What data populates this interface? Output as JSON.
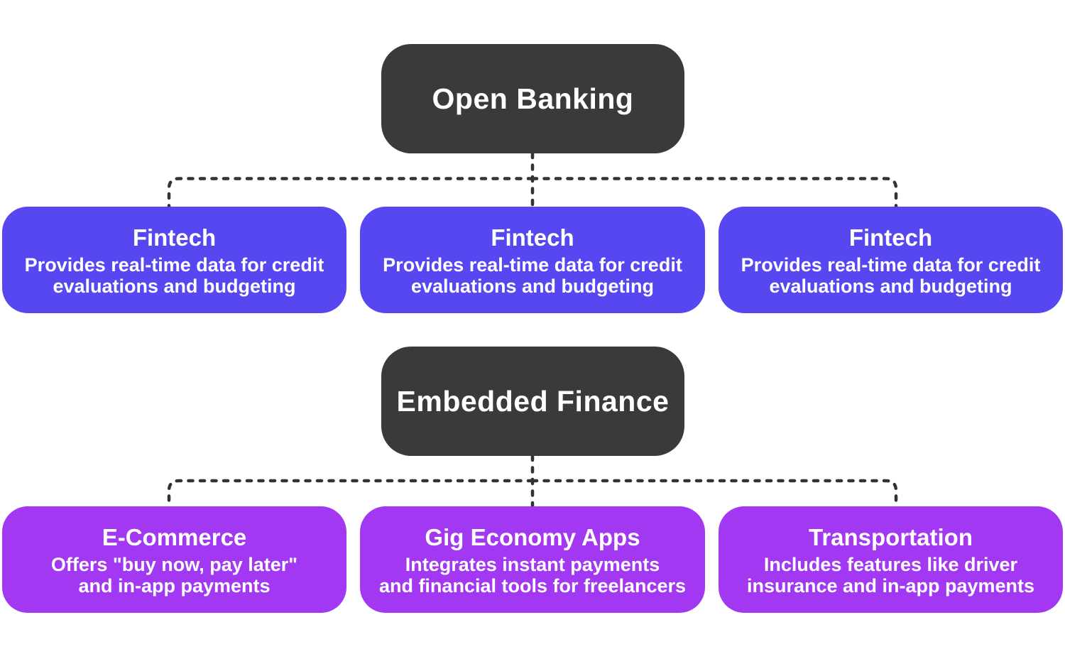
{
  "page": {
    "background": "#FFFFFF"
  },
  "connectors": {
    "color": "#333333",
    "style": "dashed"
  },
  "sections": [
    {
      "parent": {
        "label": "Open Banking",
        "bg": "#3A3A3A",
        "text_color": "#FFFFFF"
      },
      "children": [
        {
          "title": "Fintech",
          "description": "Provides real-time data for credit\nevaluations and budgeting",
          "bg": "#5747F0",
          "text_color": "#FFFFFF"
        },
        {
          "title": "Fintech",
          "description": "Provides real-time data for credit\nevaluations and budgeting",
          "bg": "#5747F0",
          "text_color": "#FFFFFF"
        },
        {
          "title": "Fintech",
          "description": "Provides real-time data for credit\nevaluations and budgeting",
          "bg": "#5747F0",
          "text_color": "#FFFFFF"
        }
      ]
    },
    {
      "parent": {
        "label": "Embedded Finance",
        "bg": "#3A3A3A",
        "text_color": "#FFFFFF"
      },
      "children": [
        {
          "title": "E-Commerce",
          "description": "Offers \"buy now, pay later\"\nand in-app payments",
          "bg": "#A238F2",
          "text_color": "#FFFFFF"
        },
        {
          "title": "Gig Economy Apps",
          "description": "Integrates instant payments\nand financial tools for freelancers",
          "bg": "#A238F2",
          "text_color": "#FFFFFF"
        },
        {
          "title": "Transportation",
          "description": "Includes features like driver\ninsurance and in-app payments",
          "bg": "#A238F2",
          "text_color": "#FFFFFF"
        }
      ]
    }
  ]
}
